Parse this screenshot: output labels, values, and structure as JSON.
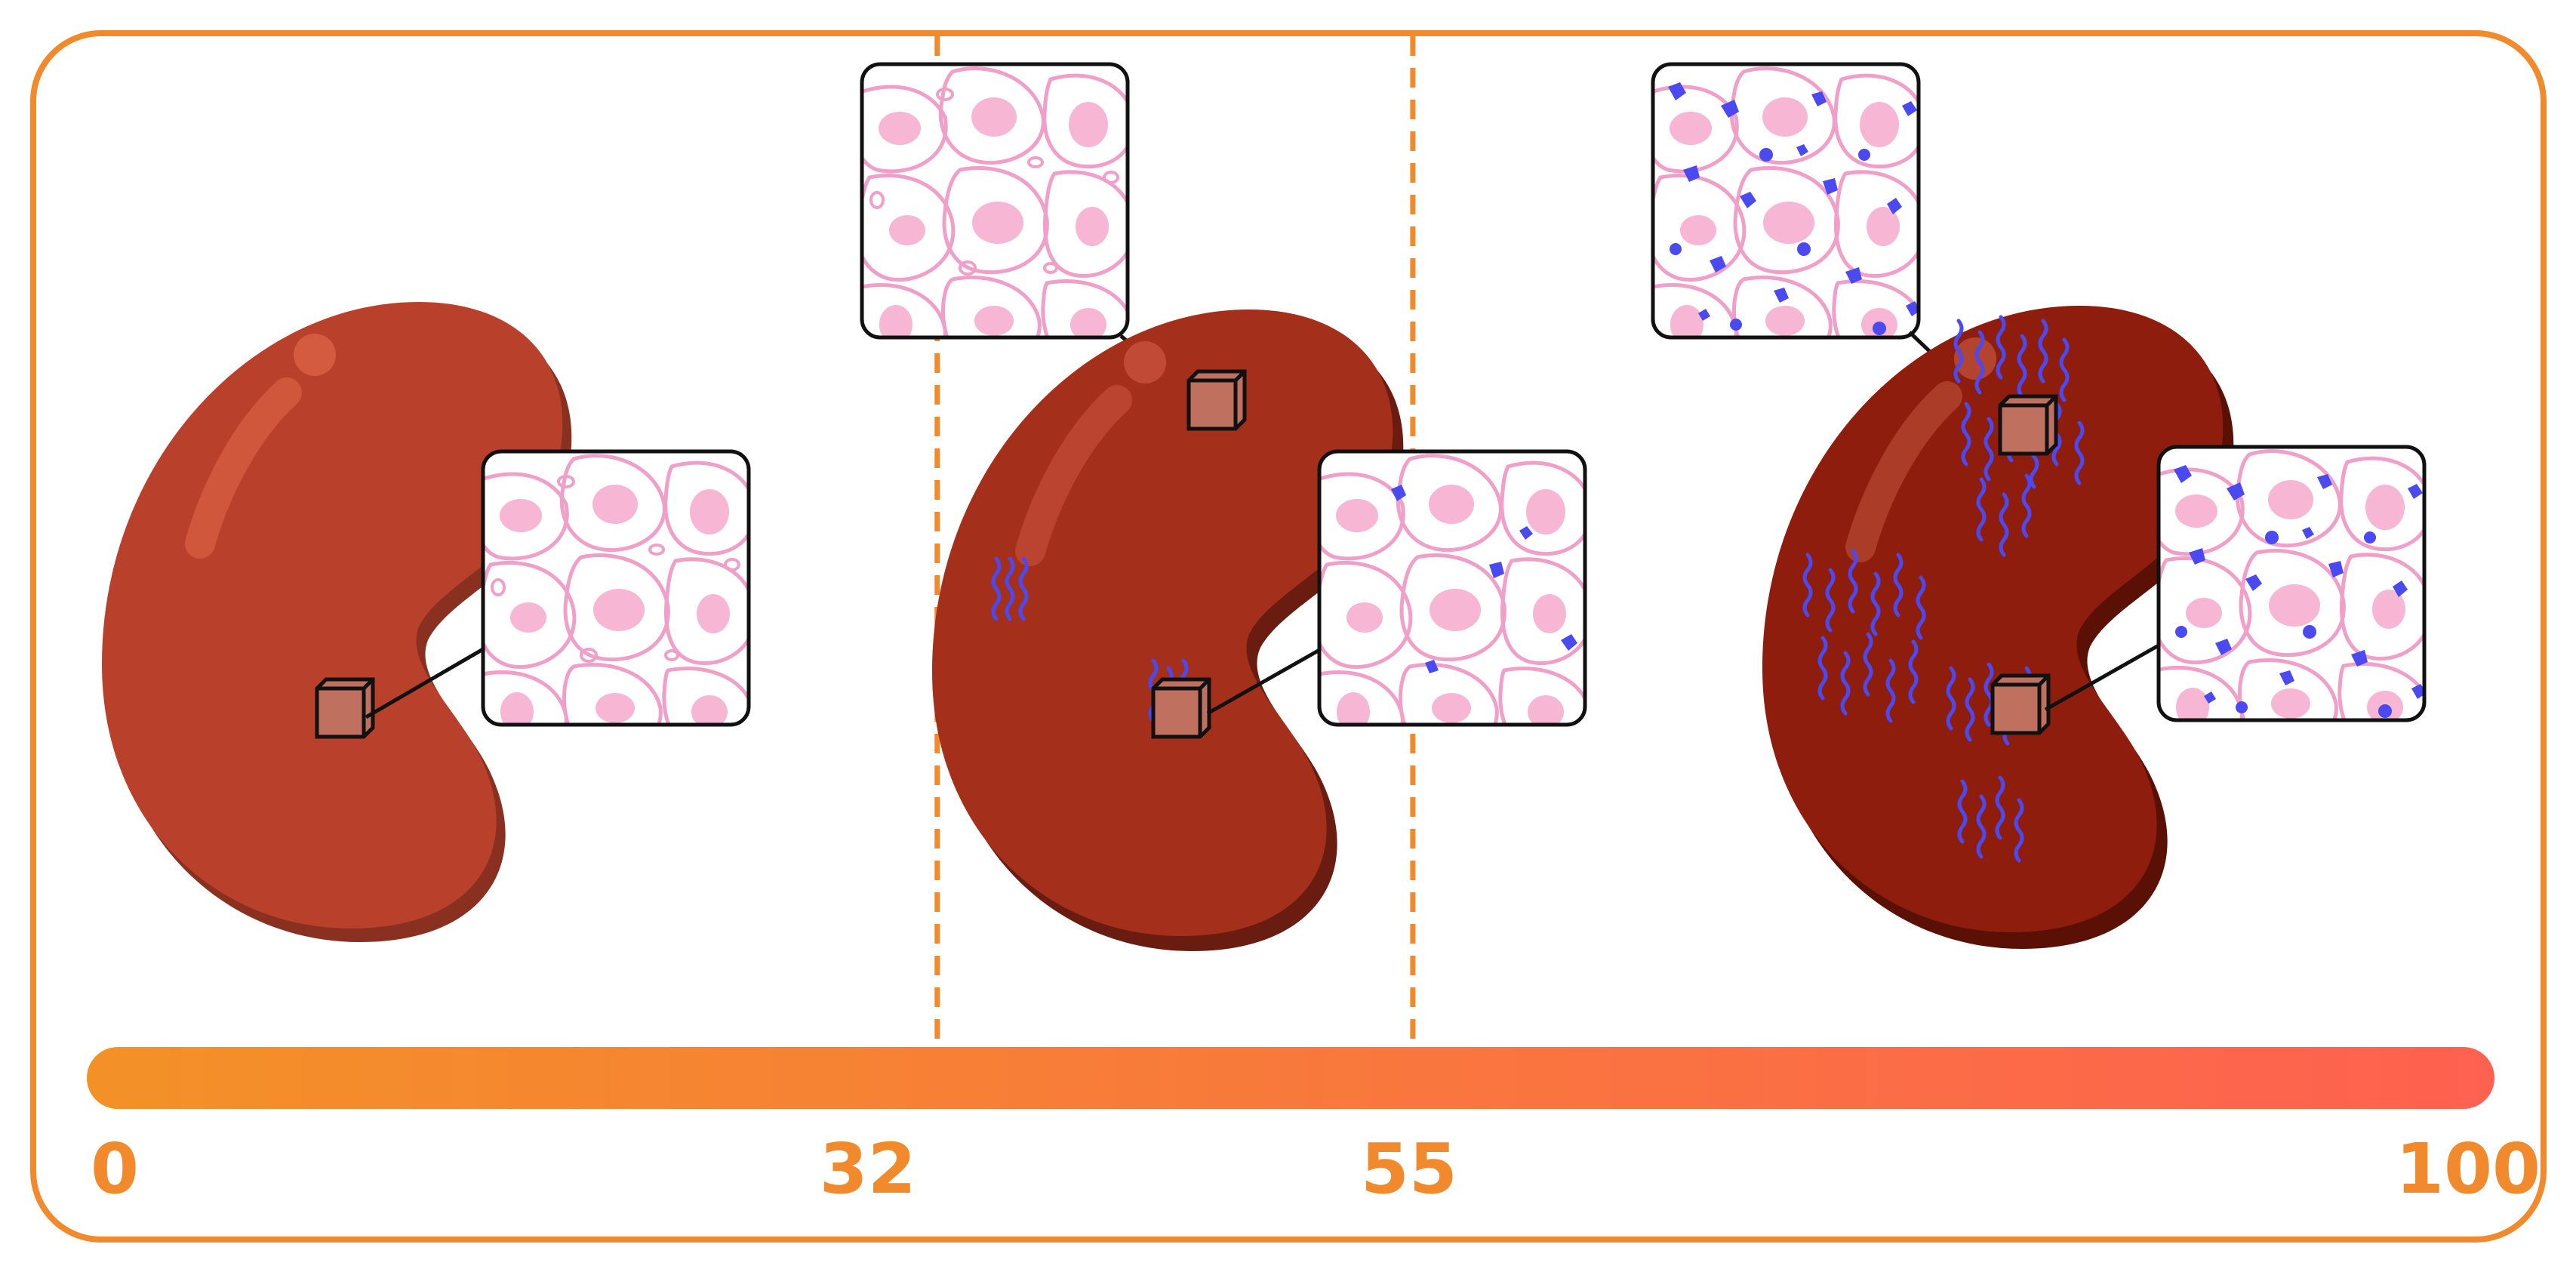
{
  "colors": {
    "frame": "#f08a2c",
    "gradient_start": "#f39127",
    "gradient_end": "#fe6150",
    "kidney_stage_1": "#b9402a",
    "kidney_stage_2": "#a4301c",
    "kidney_stage_3": "#8e1d0d",
    "tissue_cell_line": "#f0a0c8",
    "tissue_nucleus": "#f6b6d4",
    "deposit": "#4a4af0"
  },
  "scale": {
    "min": 0,
    "max": 100,
    "ticks": [
      {
        "value": 0,
        "label": "0"
      },
      {
        "value": 32,
        "label": "32"
      },
      {
        "value": 55,
        "label": "55"
      },
      {
        "value": 100,
        "label": "100"
      }
    ],
    "dividers": [
      32,
      55
    ]
  },
  "stages": [
    {
      "id": "stage-1",
      "kidney_color": "kidney_stage_1",
      "deposit_density": 0
    },
    {
      "id": "stage-2",
      "kidney_color": "kidney_stage_2",
      "deposit_density": 1
    },
    {
      "id": "stage-3",
      "kidney_color": "kidney_stage_3",
      "deposit_density": 2
    }
  ]
}
